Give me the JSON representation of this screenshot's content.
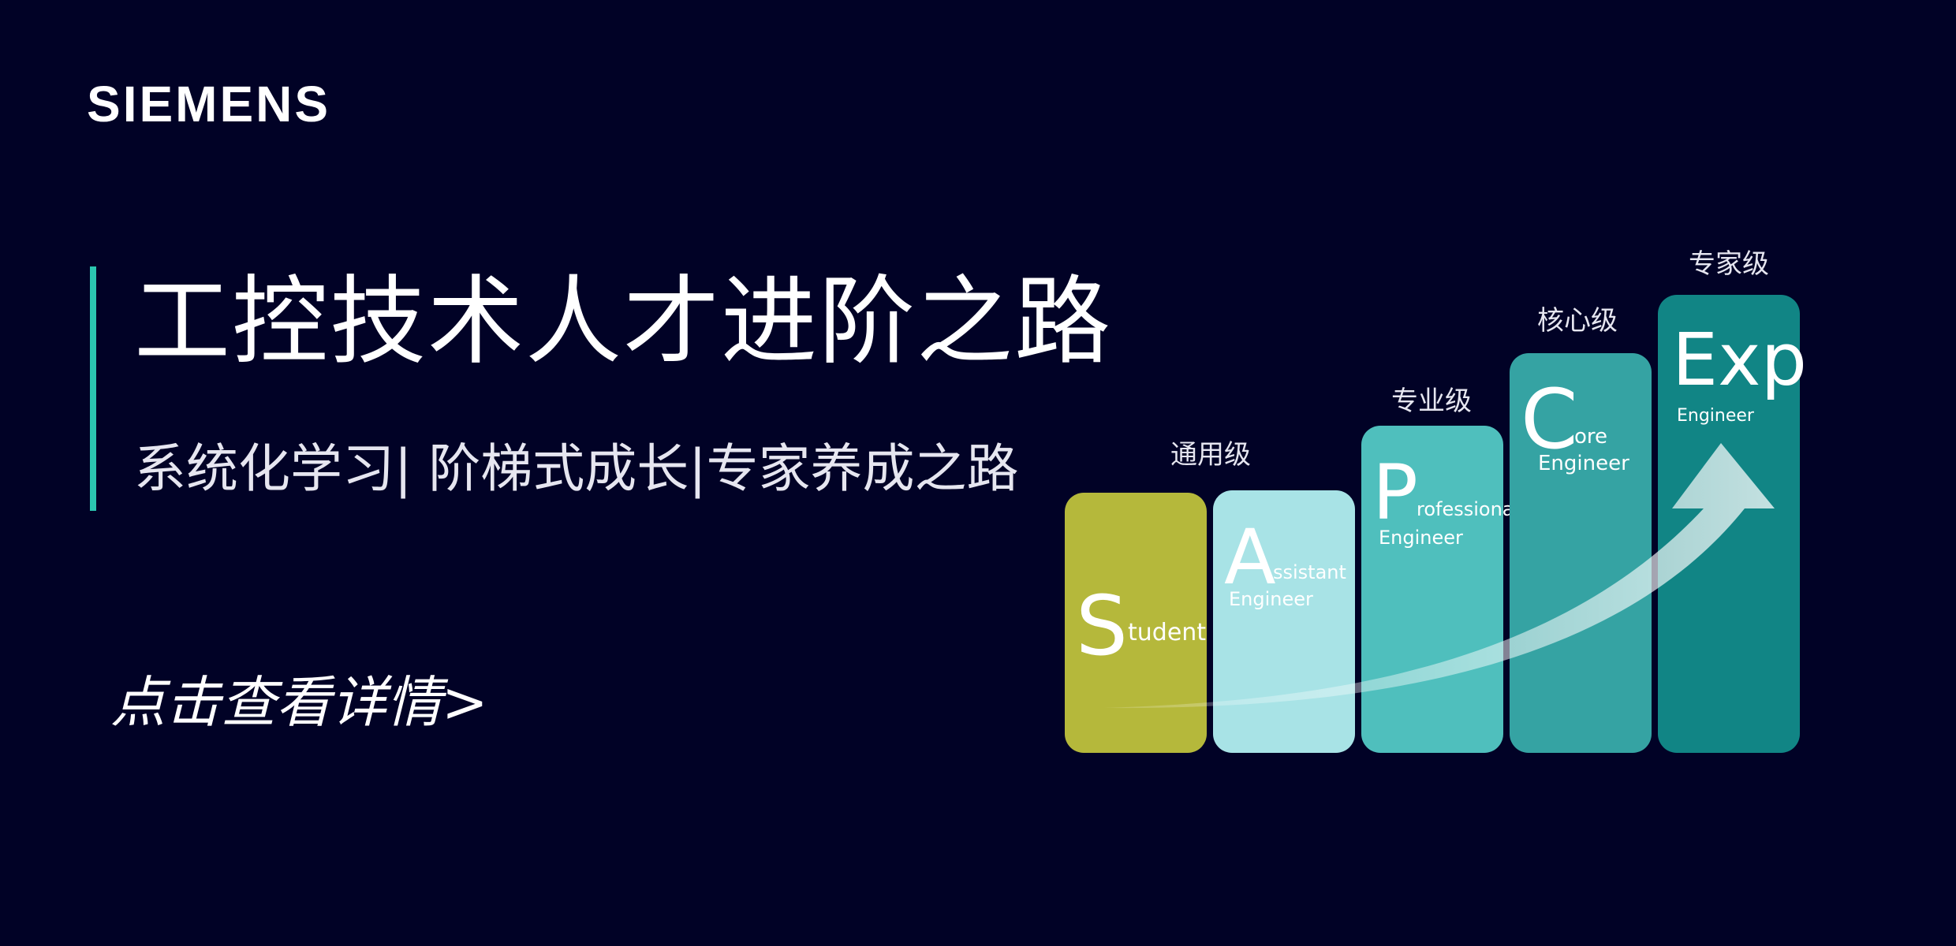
{
  "brand": {
    "logo_text": "SIEMENS"
  },
  "headline": {
    "title": "工控技术人才进阶之路",
    "subtitle": "系统化学习| 阶梯式成长|专家养成之路"
  },
  "cta": {
    "label": "点击查看详情>"
  },
  "ladder": {
    "steps": [
      {
        "letter": "S",
        "rest": "tudent",
        "sub": "",
        "level": "",
        "color": "#b5b83b"
      },
      {
        "letter": "A",
        "rest": "ssistant",
        "sub": "Engineer",
        "level": "通用级",
        "color": "#a8e3e6"
      },
      {
        "letter": "P",
        "rest": "rofessional",
        "sub": "Engineer",
        "level": "专业级",
        "color": "#4fbfbd"
      },
      {
        "letter": "C",
        "rest": "ore",
        "sub": "Engineer",
        "level": "核心级",
        "color": "#35a3a3"
      },
      {
        "letter": "Exp",
        "rest": "",
        "sub": "Engineer",
        "level": "专家级",
        "color": "#118585"
      }
    ]
  },
  "colors": {
    "background": "#010226",
    "accent": "#2bc6b0"
  }
}
